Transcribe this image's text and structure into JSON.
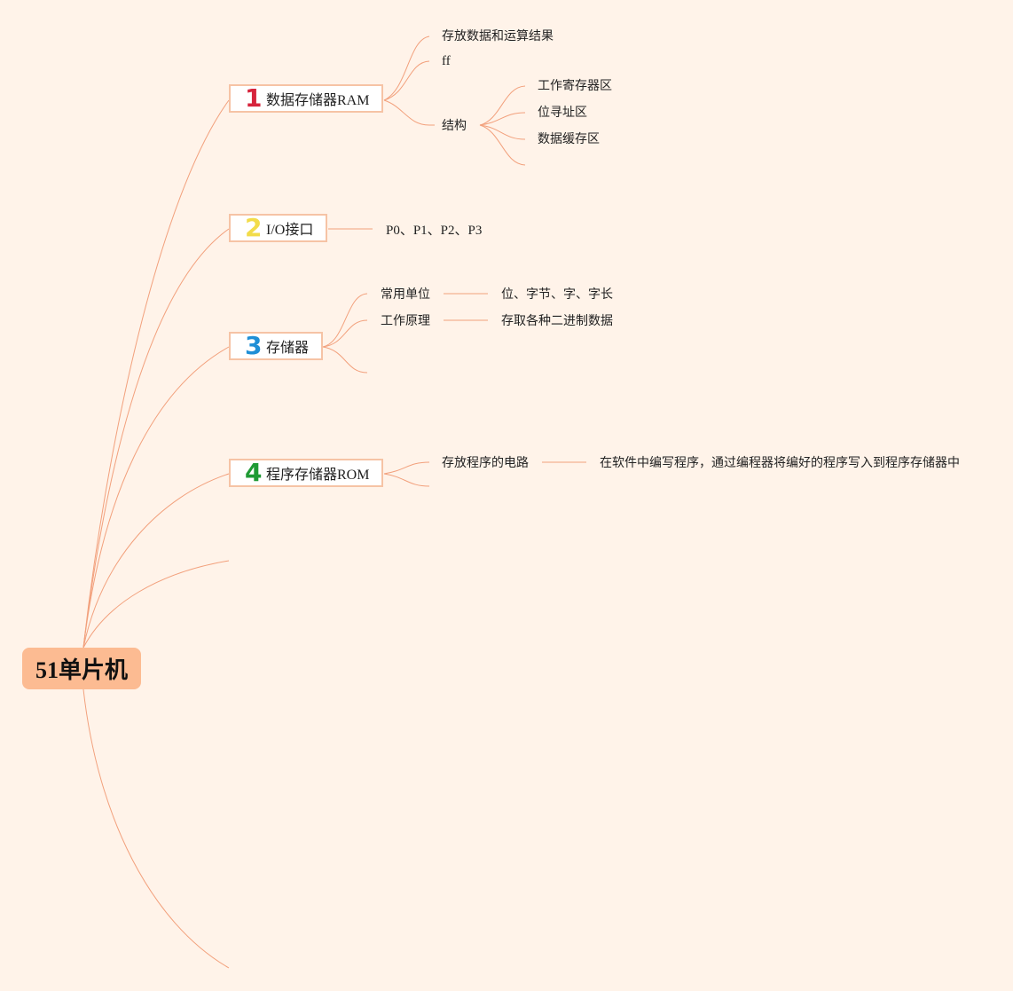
{
  "colors": {
    "background": "#fff3e9",
    "root": "#fcbb92",
    "line": "#f2a07c",
    "branch_border": "#f6c3a5",
    "num1": "#d6243c",
    "num2": "#f2dc4a",
    "num3": "#1f8fd6",
    "num4": "#1f9a34"
  },
  "root": {
    "label": "51单片机"
  },
  "branches": [
    {
      "num": "1",
      "label": "数据存储器RAM",
      "children": [
        {
          "label": "存放数据和运算结果"
        },
        {
          "label": "ff"
        },
        {
          "label": "结构",
          "children": [
            {
              "label": "工作寄存器区"
            },
            {
              "label": "位寻址区"
            },
            {
              "label": "数据缓存区"
            }
          ]
        }
      ]
    },
    {
      "num": "2",
      "label": "I/O接口",
      "children": [
        {
          "label": "P0、P1、P2、P3"
        }
      ]
    },
    {
      "num": "3",
      "label": "存储器",
      "children": [
        {
          "label": "常用单位",
          "detail": "位、字节、字、字长"
        },
        {
          "label": "工作原理",
          "detail": "存取各种二进制数据"
        }
      ]
    },
    {
      "num": "4",
      "label": "程序存储器ROM",
      "children": [
        {
          "label": "存放程序的电路",
          "detail": "在软件中编写程序，通过编程器将编好的程序写入到程序存储器中"
        }
      ]
    }
  ]
}
